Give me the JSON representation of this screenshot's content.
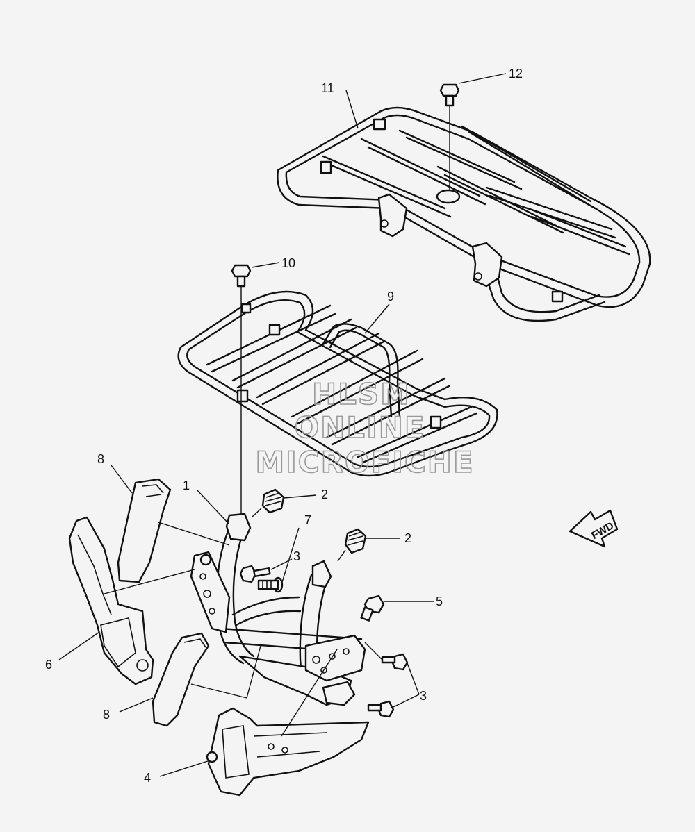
{
  "callouts": {
    "c1": "1",
    "c2a": "2",
    "c2b": "2",
    "c3a": "3",
    "c3b": "3",
    "c4": "4",
    "c5": "5",
    "c6": "6",
    "c7": "7",
    "c8a": "8",
    "c8b": "8",
    "c9": "9",
    "c10": "10",
    "c11": "11",
    "c12": "12"
  },
  "direction_marker": "FWD",
  "watermark": {
    "line1": "HLSM",
    "line2": "ONLINE",
    "line3": "MICROFICHE"
  }
}
